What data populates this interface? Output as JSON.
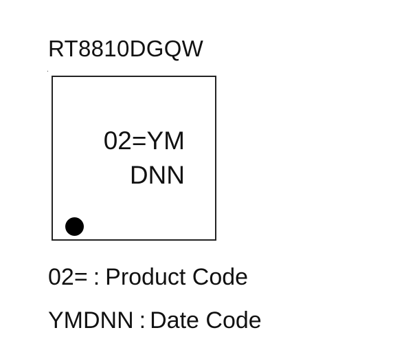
{
  "part_number": "RT8810DGQW",
  "package_marking": {
    "line_1": "02=YM",
    "line_2": "DNN"
  },
  "legend": [
    {
      "code": "02=",
      "separator": ":",
      "description": "Product Code"
    },
    {
      "code": "YMDNN",
      "separator": ":",
      "description": "Date Code"
    }
  ],
  "colors": {
    "text": "#111111",
    "outline": "#222222",
    "pin1_dot": "#000000",
    "background": "#ffffff"
  }
}
